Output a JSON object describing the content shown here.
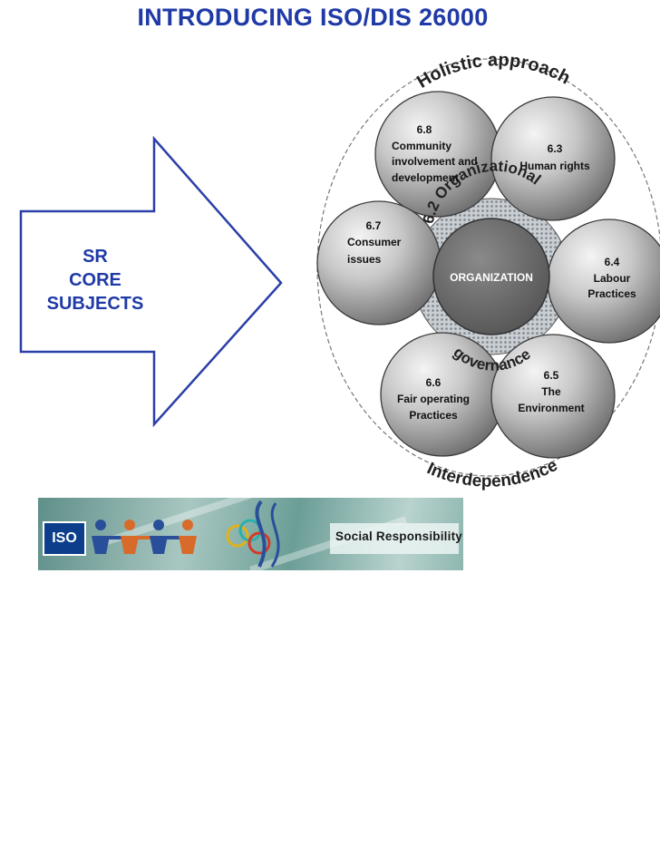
{
  "title": "INTRODUCING ISO/DIS 26000",
  "arrow": {
    "lines": [
      "SR",
      "CORE",
      "SUBJECTS"
    ]
  },
  "diagram": {
    "outer_top": "Holistic approach",
    "outer_bottom": "Interdependence",
    "inner_top": "6.2 Organizational",
    "inner_bottom": "governance",
    "center": "ORGANIZATION",
    "subjects": [
      {
        "id": "6.8",
        "lines": [
          "Community",
          "involvement and",
          "development"
        ]
      },
      {
        "id": "6.3",
        "lines": [
          "Human  rights"
        ]
      },
      {
        "id": "6.4",
        "lines": [
          "Labour",
          "Practices"
        ]
      },
      {
        "id": "6.5",
        "lines": [
          "The",
          "Environment"
        ]
      },
      {
        "id": "6.6",
        "lines": [
          "Fair operating",
          "Practices"
        ]
      },
      {
        "id": "6.7",
        "lines": [
          "Consumer",
          "issues"
        ]
      }
    ]
  },
  "banner": {
    "logo_text": "ISO",
    "label": "Social Responsibility"
  },
  "colors": {
    "title": "#1f3aa6",
    "arrow_stroke": "#2b3fa8",
    "circle_dark": "#6e6e6e",
    "circle_light": "#dcdcdc"
  }
}
